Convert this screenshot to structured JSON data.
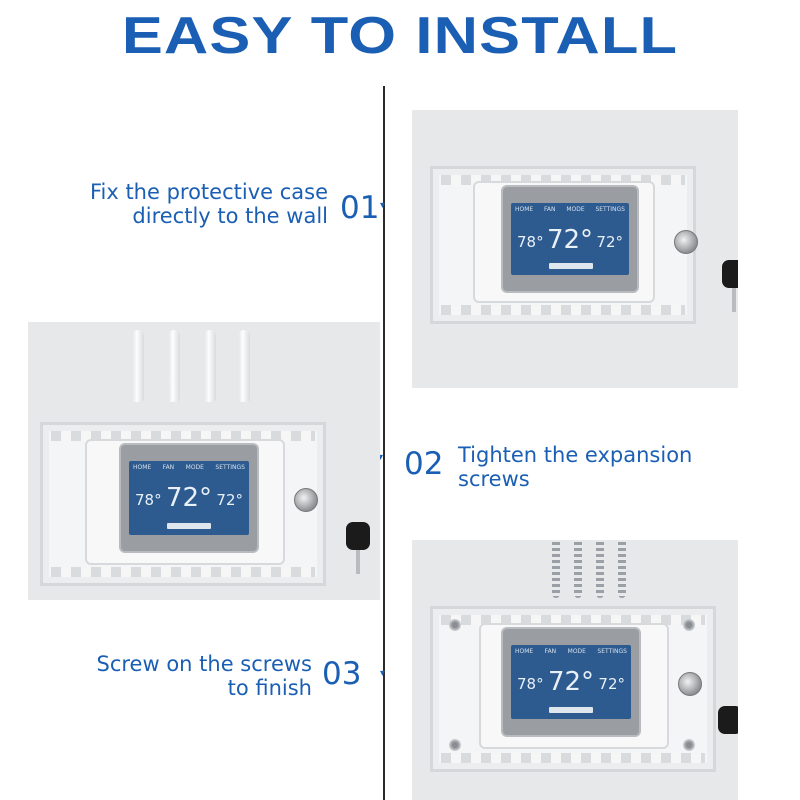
{
  "title": "EASY TO INSTALL",
  "steps": [
    {
      "number": "01",
      "line1": "Fix the protective case",
      "line2": "directly to the wall"
    },
    {
      "number": "02",
      "line1": "Tighten the expansion",
      "line2": "screws"
    },
    {
      "number": "03",
      "line1": "Screw on the screws",
      "line2": "to finish"
    }
  ],
  "thermostat": {
    "menu": [
      "HOME",
      "FAN",
      "MODE",
      "SETTINGS"
    ],
    "temp": "72°",
    "left_temp": "78°",
    "right_temp": "72°"
  },
  "colors": {
    "accent": "#1a5fb4",
    "divider": "#2b2b2b",
    "photo_bg": "#e7e8ea"
  }
}
